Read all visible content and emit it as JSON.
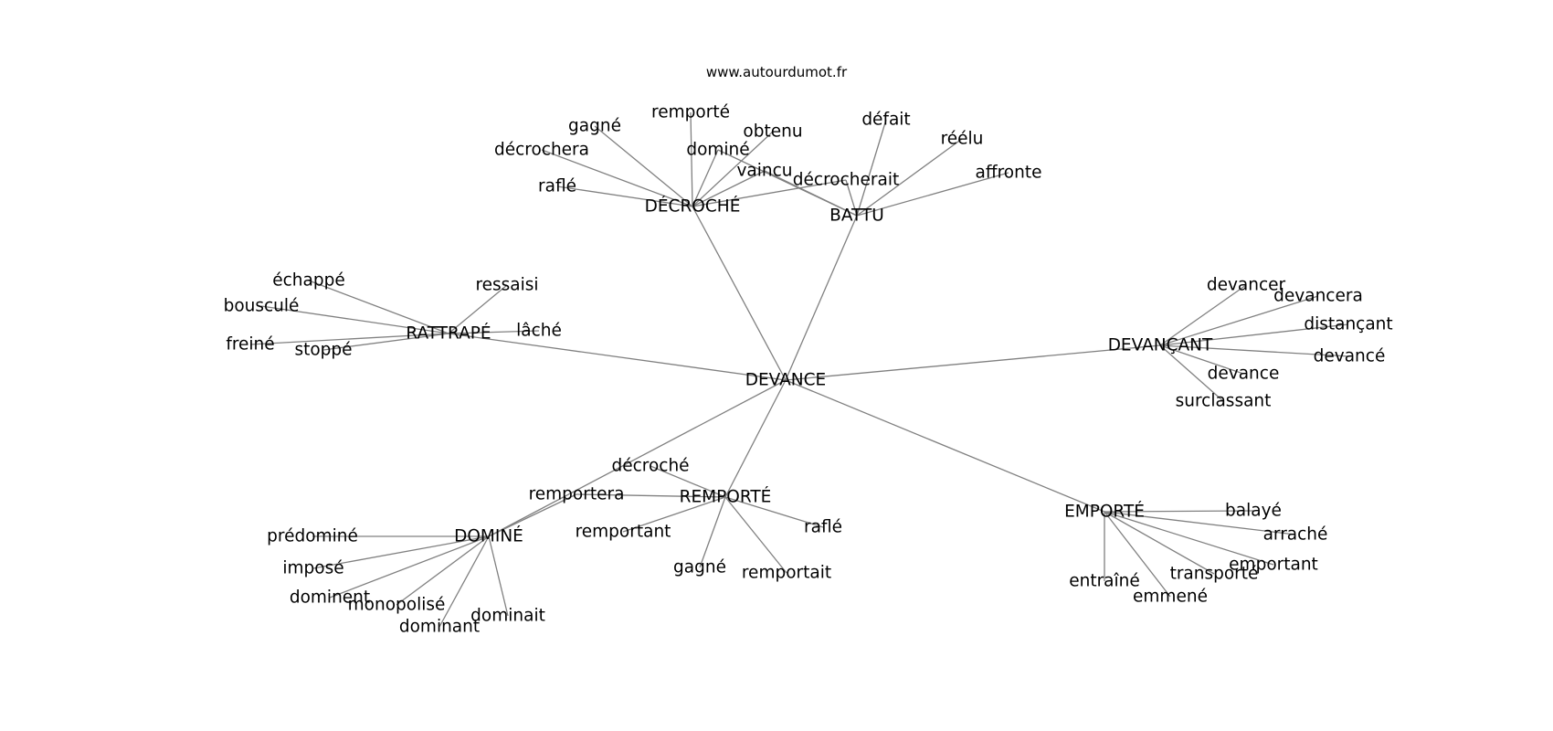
{
  "source_text": "www.autourdumot.fr",
  "graph": {
    "root": "DEVANCE",
    "hubs": [
      {
        "id": "decroche",
        "label": "DÉCROCHÉ",
        "leaves": [
          "gagné",
          "remporté",
          "obtenu",
          "décrochera",
          "dominé",
          "vaincu",
          "raflé",
          "décrocherait"
        ]
      },
      {
        "id": "battu",
        "label": "BATTU",
        "leaves": [
          "défait",
          "réélu",
          "affronte",
          "vaincu",
          "dominé",
          "décrocherait"
        ]
      },
      {
        "id": "rattrape",
        "label": "RATTRAPÉ",
        "leaves": [
          "échappé",
          "ressaisi",
          "bousculé",
          "lâché",
          "freiné",
          "stoppé"
        ]
      },
      {
        "id": "devancant",
        "label": "DEVANÇANT",
        "leaves": [
          "devancer",
          "devancera",
          "distançant",
          "devancé",
          "devance",
          "surclassant"
        ]
      },
      {
        "id": "remporte",
        "label": "REMPORTÉ",
        "leaves": [
          "décroché",
          "remportera",
          "remportant",
          "raflé",
          "gagné",
          "remportait"
        ]
      },
      {
        "id": "domine",
        "label": "DOMINÉ",
        "leaves": [
          "remportera",
          "prédominé",
          "imposé",
          "dominent",
          "monopolisé",
          "dominant",
          "dominait"
        ]
      },
      {
        "id": "emporte",
        "label": "EMPORTÉ",
        "leaves": [
          "balayé",
          "arraché",
          "emportant",
          "transporté",
          "entraîné",
          "emmené"
        ]
      }
    ]
  }
}
